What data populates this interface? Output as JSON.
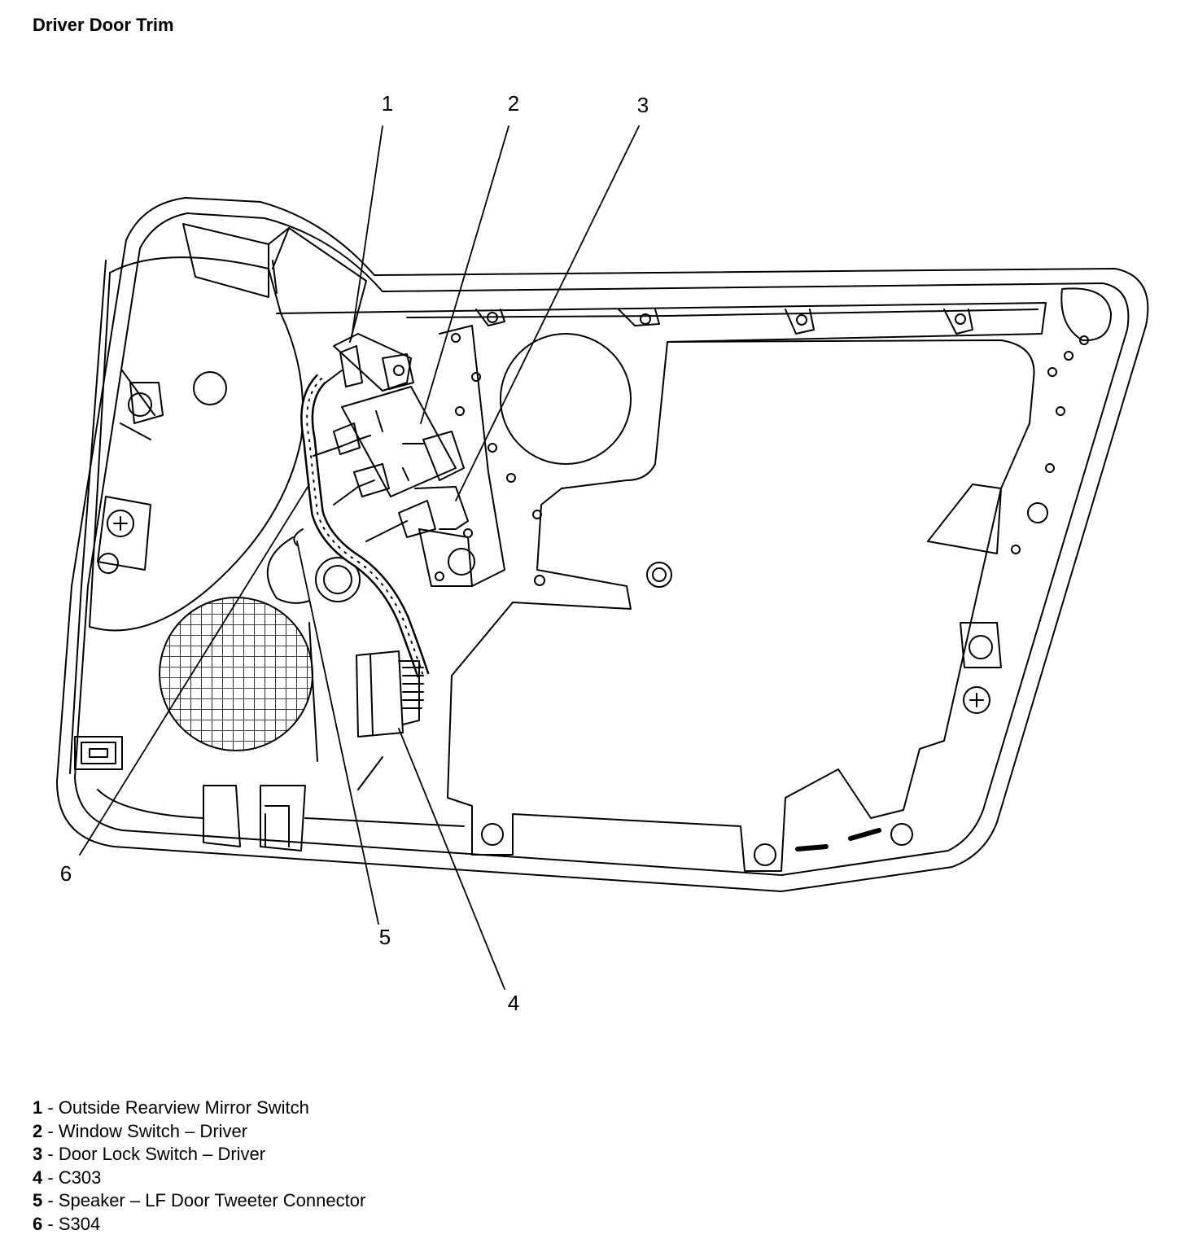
{
  "title": "Driver Door Trim",
  "callouts": [
    {
      "id": "1",
      "label": "1"
    },
    {
      "id": "2",
      "label": "2"
    },
    {
      "id": "3",
      "label": "3"
    },
    {
      "id": "4",
      "label": "4"
    },
    {
      "id": "5",
      "label": "5"
    },
    {
      "id": "6",
      "label": "6"
    }
  ],
  "legend": [
    {
      "num": "1",
      "sep": " - ",
      "text": "Outside Rearview Mirror Switch"
    },
    {
      "num": "2",
      "sep": " - ",
      "text": "Window Switch – Driver"
    },
    {
      "num": "3",
      "sep": " - ",
      "text": "Door Lock Switch – Driver"
    },
    {
      "num": "4",
      "sep": " - ",
      "text": "C303"
    },
    {
      "num": "5",
      "sep": " - ",
      "text": "Speaker – LF Door Tweeter Connector"
    },
    {
      "num": "6",
      "sep": " - ",
      "text": "S304"
    }
  ]
}
